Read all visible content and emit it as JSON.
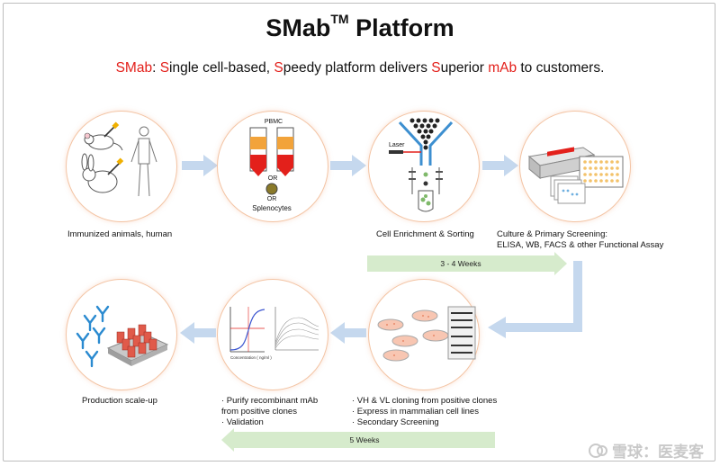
{
  "title": {
    "main": "SMab",
    "tm": "TM",
    "rest": " Platform"
  },
  "subtitle": {
    "p1": "SMab",
    "p2": ": ",
    "p3": "S",
    "p4": "ingle cell-based, ",
    "p5": "S",
    "p6": "peedy platform delivers ",
    "p7": "S",
    "p8": "uperior ",
    "p9": "mAb",
    "p10": " to customers."
  },
  "steps": {
    "s1": {
      "caption": "Immunized animals, human"
    },
    "s2": {
      "label_top": "PBMC",
      "or1": "OR",
      "or2": "OR",
      "label_bottom": "Splenocytes"
    },
    "s3": {
      "caption": "Cell Enrichment & Sorting",
      "laser": "Laser"
    },
    "s4": {
      "caption_l1": "Culture  & Primary Screening:",
      "caption_l2": "ELISA, WB, FACS & other Functional Assay"
    },
    "s5": {
      "l1": "· VH & VL cloning from positive clones",
      "l2": "· Express in mammalian cell lines",
      "l3": "· Secondary Screening"
    },
    "s6": {
      "l1": "· Purify recombinant mAb",
      "l2": "  from positive clones",
      "l3": "· Validation",
      "plot_xlabel": "Concentration ( ng/ml )"
    },
    "s7": {
      "caption": "Production scale-up"
    }
  },
  "timeline": {
    "top": "3 - 4 Weeks",
    "bottom": "5 Weeks"
  },
  "watermark": "雪球：医麦客",
  "colors": {
    "accent": "#e3201b",
    "arrow": "#c5d8ee",
    "bar": "#d6ebcc",
    "ring": "#f3c4a4"
  }
}
